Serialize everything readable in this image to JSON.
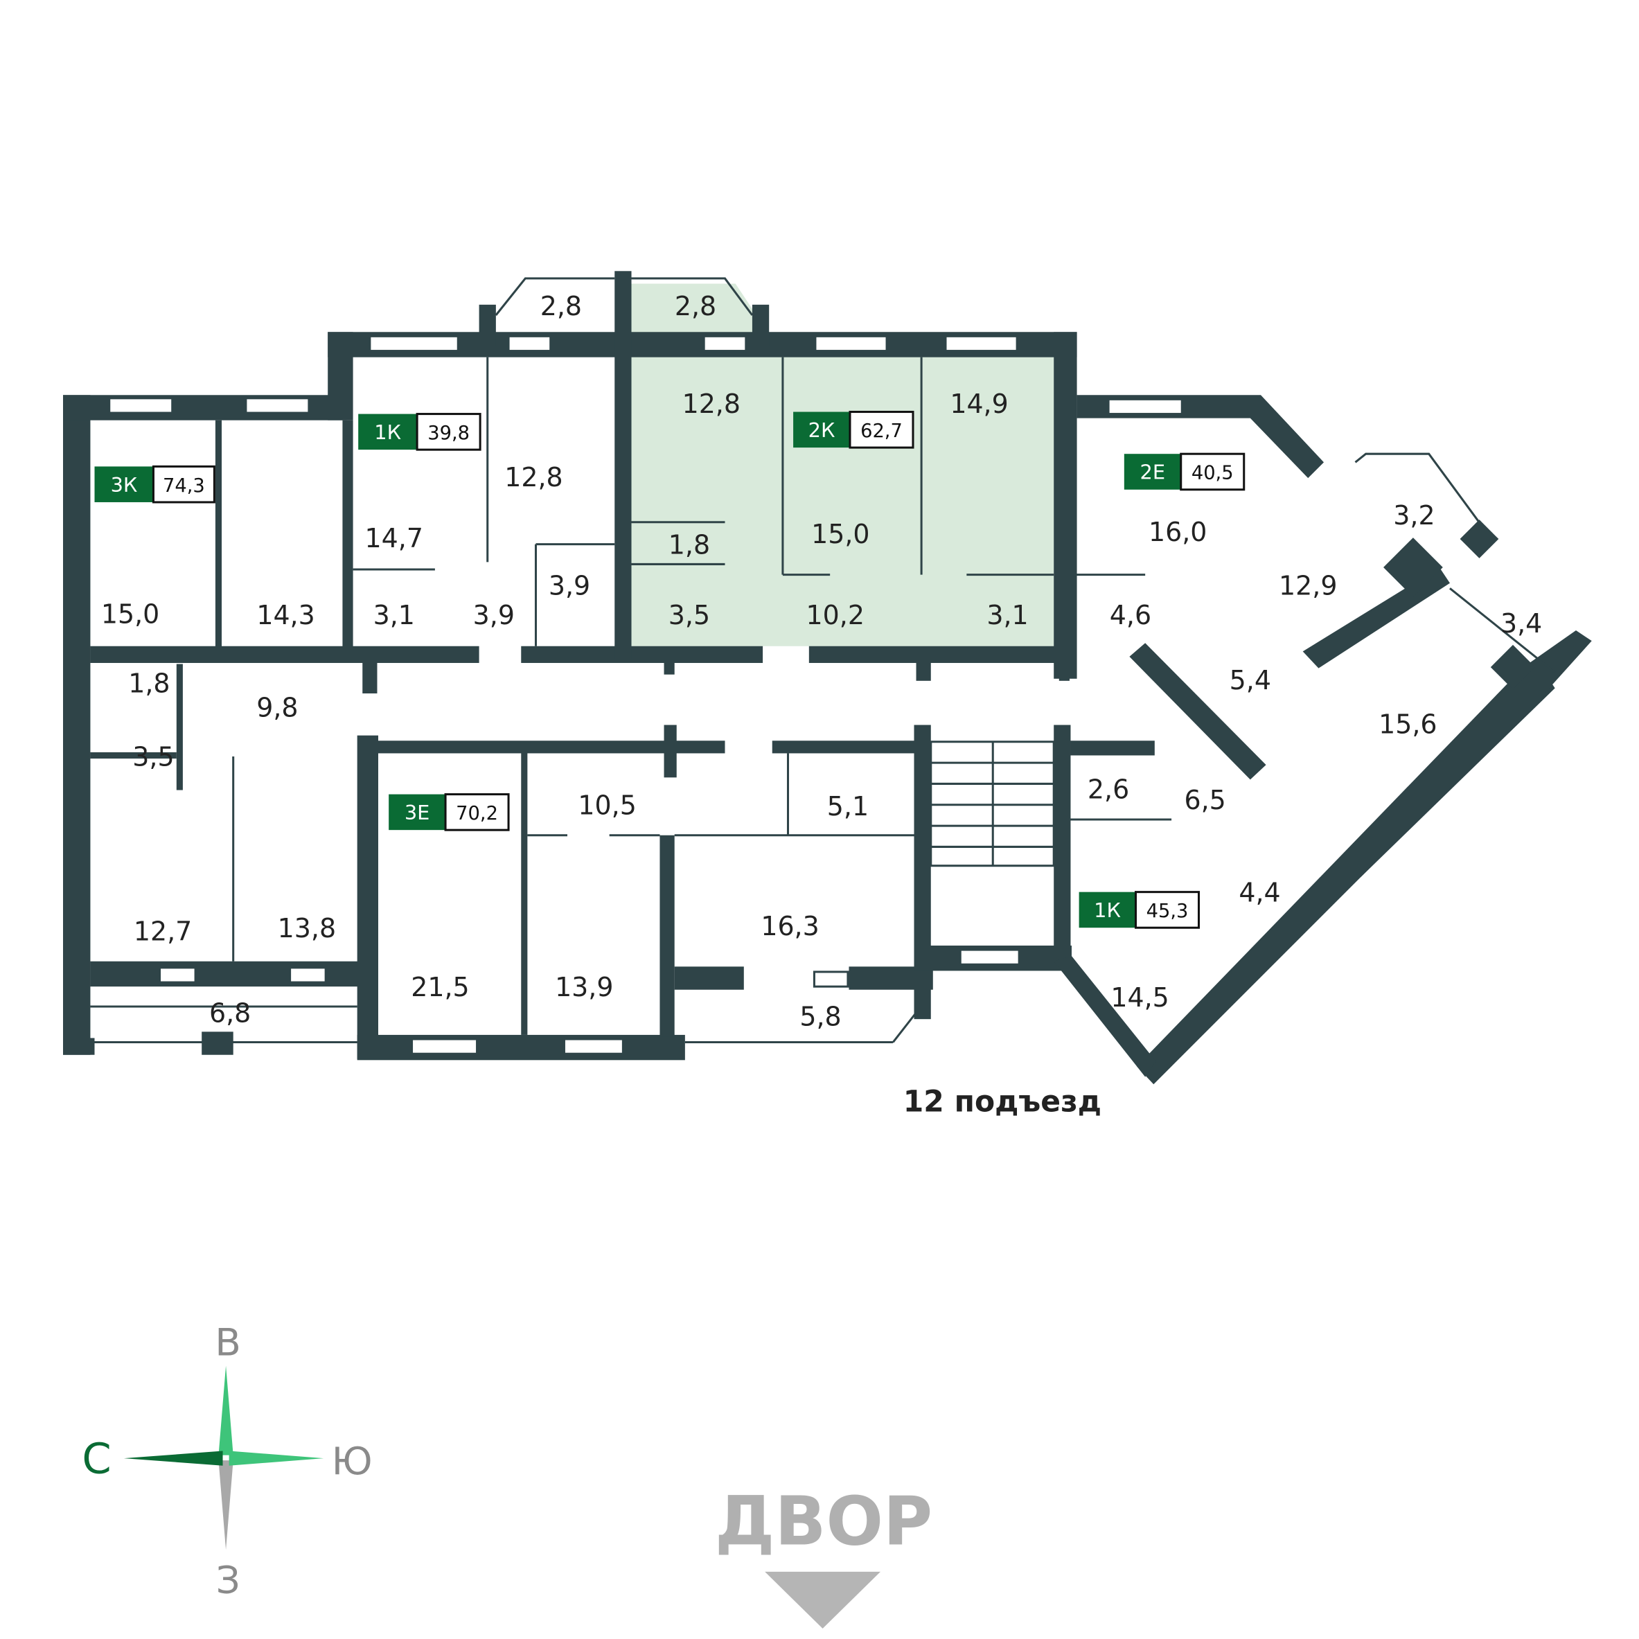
{
  "colors": {
    "wall": "#2f4448",
    "badge": "#0a6b34",
    "highlight": "#d9eadb",
    "compass_dark": "#0a6b34",
    "compass_light": "#3ec47a",
    "compass_grey": "#a8a8a8"
  },
  "apartments": [
    {
      "type": "3К",
      "area": "74,3"
    },
    {
      "type": "1К",
      "area": "39,8"
    },
    {
      "type": "2К",
      "area": "62,7"
    },
    {
      "type": "2Е",
      "area": "40,5"
    },
    {
      "type": "3Е",
      "area": "70,2"
    },
    {
      "type": "1К",
      "area": "45,3"
    }
  ],
  "rooms": [
    "2,8",
    "2,8",
    "12,8",
    "12,8",
    "14,9",
    "14,7",
    "15,0",
    "15,0",
    "14,3",
    "16,0",
    "3,2",
    "12,9",
    "3,4",
    "1,8",
    "3,9",
    "3,1",
    "3,9",
    "3,5",
    "10,2",
    "3,1",
    "4,6",
    "5,4",
    "15,6",
    "1,8",
    "9,8",
    "3,5",
    "10,5",
    "5,1",
    "2,6",
    "6,5",
    "4,4",
    "12,7",
    "13,8",
    "16,3",
    "21,5",
    "13,9",
    "14,5",
    "6,8",
    "5,8"
  ],
  "entrance_label": "12 подъезд",
  "yard_label": "ДВОР",
  "compass": {
    "north": "С",
    "south": "Ю",
    "east": "В",
    "west": "З"
  }
}
